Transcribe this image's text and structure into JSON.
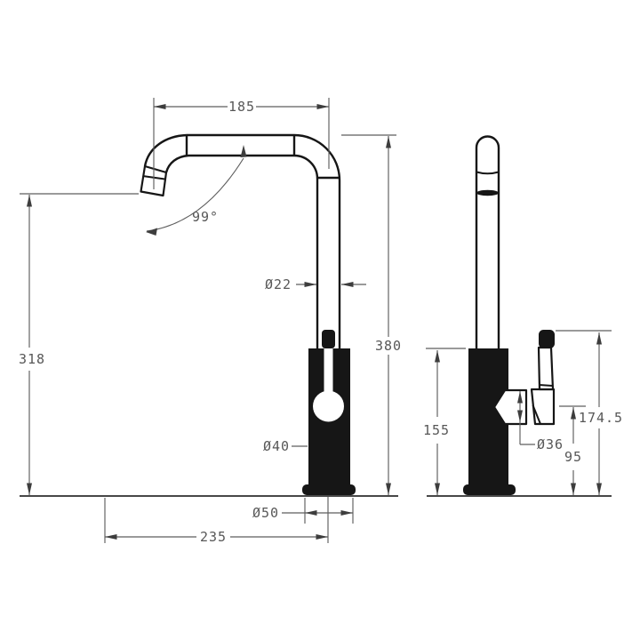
{
  "drawing_labels": {
    "front_view": {
      "spout_horizontal_offset": "185",
      "swivel_angle": "99°",
      "spout_tube_diameter": "Ø22",
      "overall_height": "380",
      "spout_outlet_height": "318",
      "body_diameter": "Ø40",
      "base_diameter": "Ø50",
      "overall_reach": "235"
    },
    "side_view": {
      "body_height": "155",
      "valve_diameter": "Ø36",
      "valve_center_height": "95",
      "handle_top_height": "174.5"
    }
  },
  "colors": {
    "ink": "#161616",
    "dim": "#5e5e5e",
    "txt": "#575757",
    "paper": "#ffffff"
  }
}
